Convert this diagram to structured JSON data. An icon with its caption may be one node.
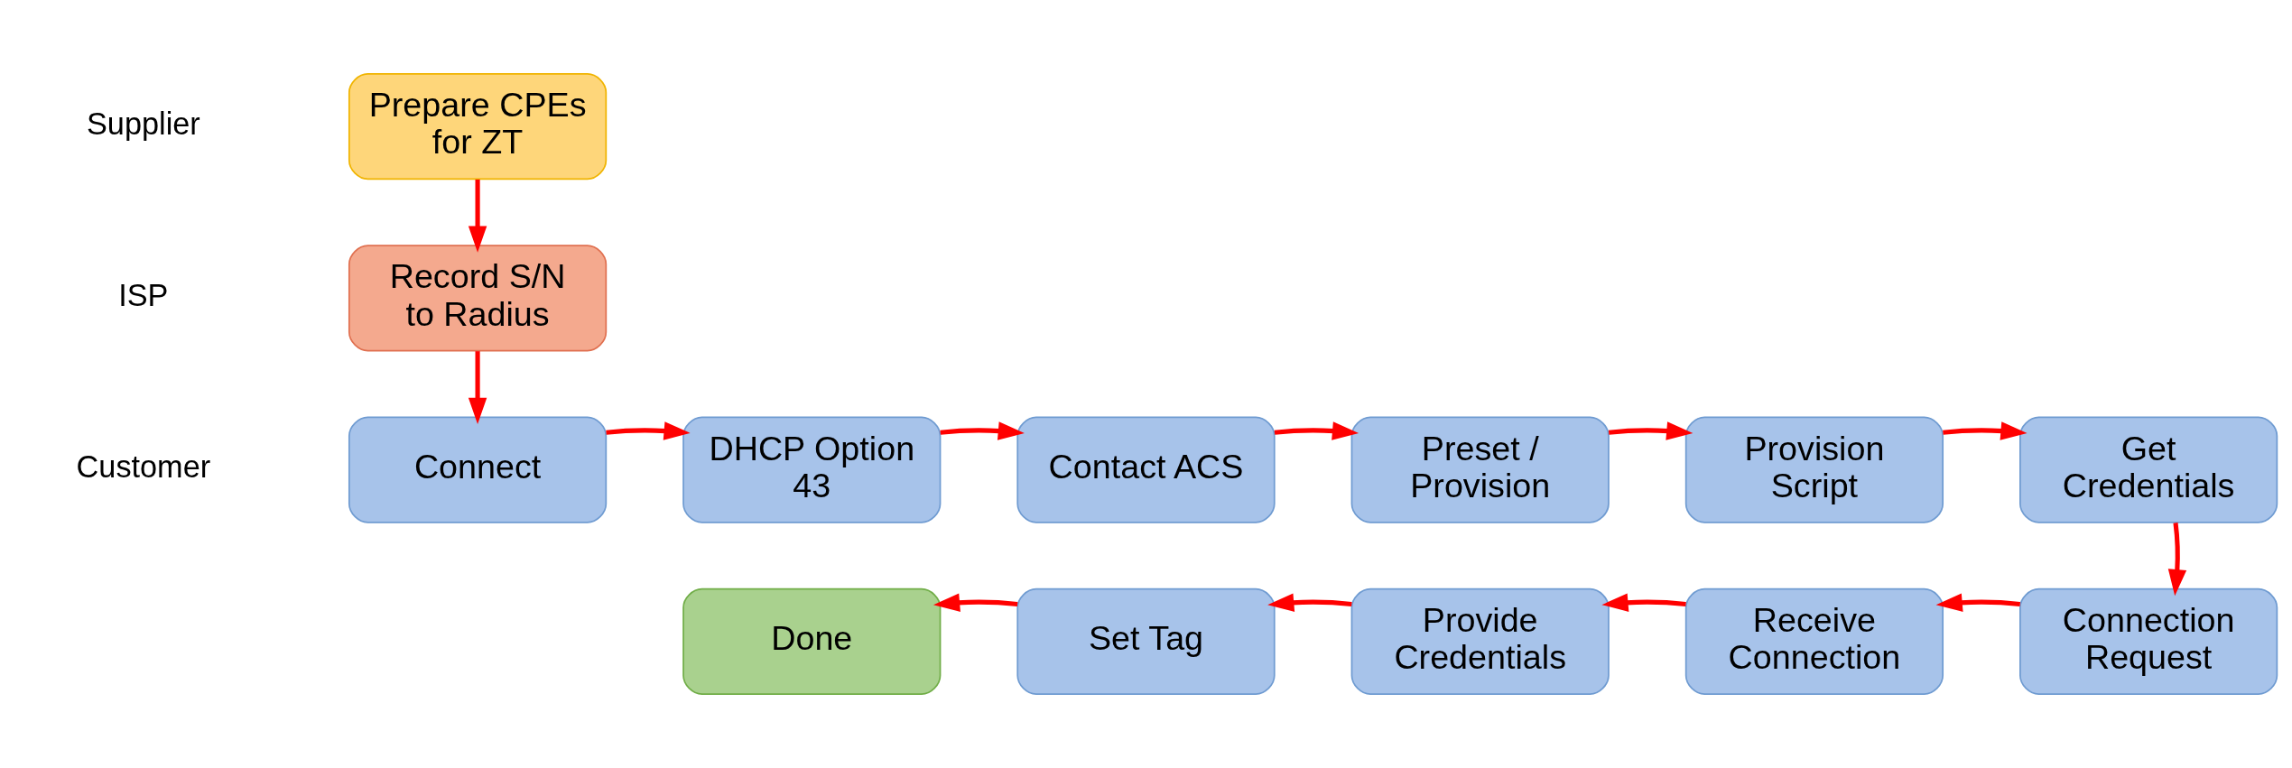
{
  "diagram": {
    "nodes": [
      {
        "text": [
          "Prepare CPEs for ZT"
        ]
      },
      {
        "text": [
          "Record S/N to Radius"
        ]
      },
      {
        "text": [
          "Connect"
        ]
      },
      {
        "text": [
          "DHCP Option 43"
        ]
      },
      {
        "text": [
          "Contact ACS"
        ]
      },
      {
        "text": [
          "Preset / Provision"
        ]
      },
      {
        "text": [
          "Provision Script"
        ]
      },
      {
        "text": [
          "Get Credentials"
        ]
      },
      {
        "text": [
          "Connection Request"
        ]
      },
      {
        "text": [
          "Receive Connection"
        ]
      },
      {
        "text": [
          "Provide Credentials"
        ]
      },
      {
        "text": [
          "Set Tag"
        ]
      },
      {
        "text": [
          "Done"
        ]
      }
    ],
    "edges": [
      {
        "from": 0,
        "to": 1,
        "arrow": "to"
      },
      {
        "from": 1,
        "to": 2,
        "arrow": "to"
      },
      {
        "from": 2,
        "to": 3,
        "arrow": "to"
      },
      {
        "from": 3,
        "to": 4,
        "arrow": "to"
      },
      {
        "from": 4,
        "to": 5,
        "arrow": "to"
      },
      {
        "from": 5,
        "to": 6,
        "arrow": "to"
      },
      {
        "from": 6,
        "to": 7,
        "arrow": "to"
      },
      {
        "from": 7,
        "to": 8,
        "arrow": "to"
      },
      {
        "from": 8,
        "to": 9,
        "arrow": "to"
      },
      {
        "from": 9,
        "to": 10,
        "arrow": "to"
      },
      {
        "from": 10,
        "to": 11,
        "arrow": "to"
      },
      {
        "from": 11,
        "to": 12,
        "arrow": "to"
      }
    ],
    "labels": [
      "Supplier",
      "ISP",
      "Customer"
    ]
  }
}
